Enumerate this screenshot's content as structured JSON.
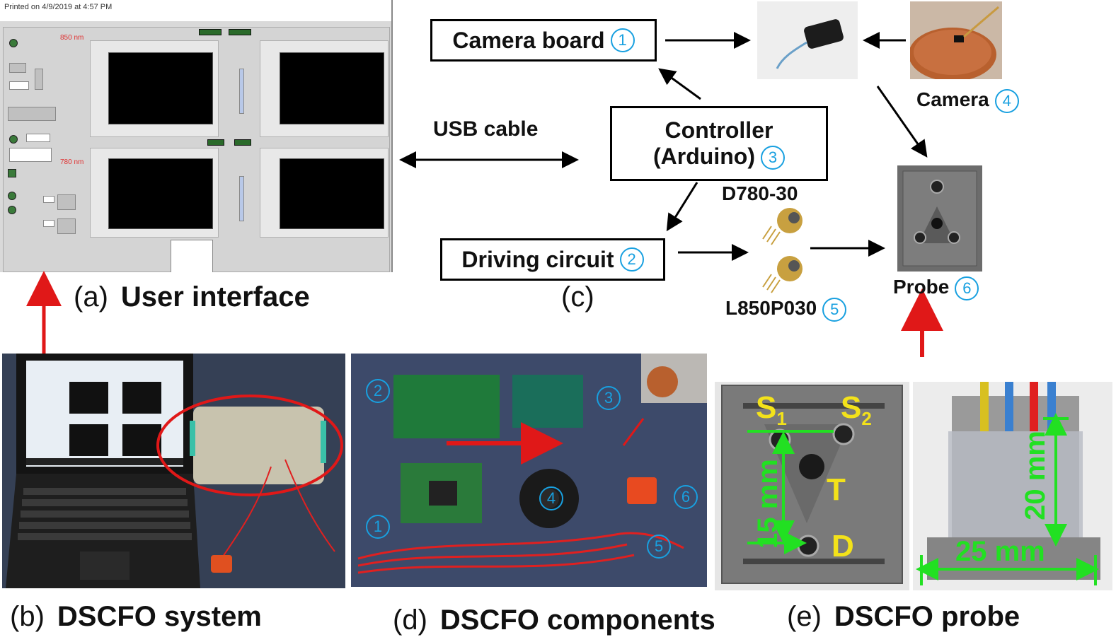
{
  "panel_a": {
    "caption_letter": "(a)",
    "caption_text": "User interface",
    "printed_line": "Printed on 4/9/2019 at 4:57 PM",
    "label_850": "850 nm",
    "label_780": "780 nm"
  },
  "panel_b": {
    "caption_letter": "(b)",
    "caption_text": "DSCFO system"
  },
  "panel_c": {
    "caption_letter": "(c)",
    "camera_board": "Camera board",
    "camera_board_num": "1",
    "controller_line1": "Controller",
    "controller_line2": "(Arduino)",
    "controller_num": "3",
    "driving_circuit": "Driving circuit",
    "driving_num": "2",
    "usb_cable": "USB cable",
    "camera_label": "Camera",
    "camera_num": "4",
    "probe_label": "Probe",
    "probe_num": "6",
    "laser_top": "D780-30",
    "laser_bottom": "L850P030",
    "laser_num": "5"
  },
  "panel_d": {
    "caption_letter": "(d)",
    "caption_text": "DSCFO components",
    "nums": [
      "1",
      "2",
      "3",
      "4",
      "5",
      "6"
    ]
  },
  "panel_e": {
    "caption_letter": "(e)",
    "caption_text": "DSCFO probe",
    "s1": "S",
    "s1_sub": "1",
    "s2": "S",
    "s2_sub": "2",
    "t": "T",
    "d": "D",
    "dim_15": "15 mm",
    "dim_20": "20 mm",
    "dim_25": "25 mm"
  },
  "colors": {
    "accent_blue": "#18a0e0",
    "arrow_red": "#e01818",
    "label_yellow": "#f3e21a",
    "dim_green": "#22e022"
  }
}
